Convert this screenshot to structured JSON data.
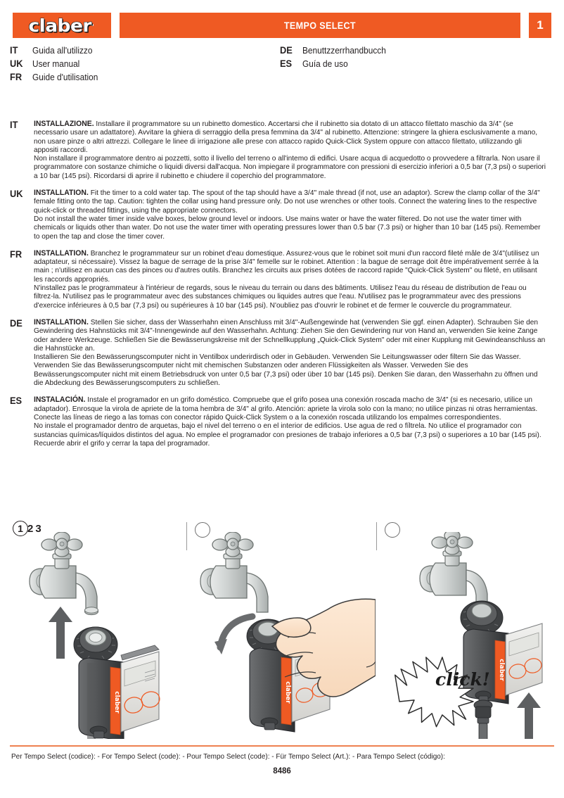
{
  "header": {
    "brand": "claber",
    "title": "TEMPO SELECT",
    "page_number": "1",
    "accent_color": "#ef5a23",
    "badge_color": "#ef5a23"
  },
  "languages_left": [
    {
      "code": "IT",
      "name": "Guida all'utilizzo"
    },
    {
      "code": "UK",
      "name": "User manual"
    },
    {
      "code": "FR",
      "name": "Guide d'utilisation"
    }
  ],
  "languages_right": [
    {
      "code": "DE",
      "name": "Benuttzzerrhandbucch"
    },
    {
      "code": "ES",
      "name": "Guía de uso"
    }
  ],
  "sections": [
    {
      "code": "IT",
      "lead": "INSTALLAZIONE.",
      "p1": " Installare il programmatore su un rubinetto domestico. Accertarsi che il rubinetto sia dotato di un attacco filettato maschio da 3/4\" (se necessario usare un adattatore). Avvitare la ghiera di serraggio della presa femmina da 3/4\" al rubinetto. Attenzione: stringere la ghiera esclusivamente a mano, non usare pinze o altri attrezzi. Collegare le linee di irrigazione alle prese con attacco rapido Quick-Click System oppure con attacco filettato, utilizzando gli appositi raccordi.",
      "p2": "Non installare il programmatore dentro ai pozzetti, sotto il livello del terreno o all'intemo di edifici. Usare acqua di acquedotto o provvedere a filtrarla. Non usare il programmatore con sostanze chimiche o liquidi diversi dall'acqua. Non impiegare il programmatore con pressioni di esercizio inferiori a 0,5 bar (7,3 psi) o superiori a 10 bar (145 psi). Ricordarsi di aprire il rubinetto e chiudere il coperchio del programmatore."
    },
    {
      "code": "UK",
      "lead": "INSTALLATION.",
      "p1": " Fit the timer to a cold water tap. The spout of the tap should have a 3/4\" male thread (if not, use an adaptor). Screw the clamp collar of the 3/4\" female fitting onto the tap. Caution: tighten the collar using hand pressure only. Do not use wrenches or other tools. Connect the watering lines to the respective quick-click or threaded fittings, using the appropriate connectors.",
      "p2": "Do not install the water timer inside valve boxes, below ground level or indoors. Use mains water or have the water filtered. Do not use the water timer with chemicals or liquids other than water. Do not use the water timer with operating pressures lower than 0.5 bar (7.3 psi) or higher than 10 bar (145 psi). Remember to open the tap and close the timer cover."
    },
    {
      "code": "FR",
      "lead": "INSTALLATION.",
      "p1": " Branchez le programmateur sur un robinet d'eau domestique. Assurez-vous que le robinet soit muni d'un raccord fileté mâle de 3/4\"(utilisez un adaptateur, si nécessaire). Vissez la bague de serrage de la prise 3/4\" femelle sur le robinet. Attention : la bague de serrage doit être impérativement serrée à la main ; n'utilisez en aucun cas des pinces ou d'autres outils. Branchez les circuits aux prises dotées de raccord rapide \"Quick-Click System\" ou fileté, en utilisant les raccords appropriés.",
      "p2": "N'installez pas le programmateur à l'intérieur de regards, sous le niveau du terrain ou dans des bâtiments. Utilisez l'eau du réseau de distribution de l'eau ou filtrez-la. N'utilisez pas le programmateur avec des substances chimiques ou liquides autres que l'eau. N'utilisez pas le programmateur avec des pressions d'exercice inférieures à 0,5 bar (7,3 psi) ou supérieures à 10 bar (145 psi). N'oubliez pas d'ouvrir le robinet et de fermer le couvercle du programmateur."
    },
    {
      "code": "DE",
      "lead": "INSTALLATION.",
      "p1": " Stellen Sie sicher, dass der Wasserhahn einen Anschluss mit 3/4\"-Außengewinde hat (verwenden Sie ggf. einen Adapter). Schrauben Sie den Gewindering des Hahnstücks mit 3/4\"-Innengewinde auf den Wasserhahn. Achtung: Ziehen Sie den Gewindering nur von Hand an, verwenden Sie keine Zange oder andere Werkzeuge. Schließen Sie die Bewässerungskreise mit der Schnellkupplung „Quick-Click System\" oder mit einer Kupplung mit Gewindeanschluss an die Hahnstücke an.",
      "p2": "Installieren Sie den Bewässerungscomputer nicht in Ventilbox underirdisch oder in Gebäuden. Verwenden Sie Leitungswasser oder filtern Sie das Wasser. Verwenden Sie das Bewässerungscomputer nicht mit chemischen Substanzen oder anderen Flüssigkeiten als Wasser. Verweden Sie des Bewässerungscomputer nicht mit einem Betriebsdruck von unter 0,5 bar (7,3 psi) oder über 10 bar (145 psi). Denken Sie daran, den Wasserhahn zu öffnen und die Abdeckung des Bewässerungscomputers zu schließen."
    },
    {
      "code": "ES",
      "lead": "INSTALACIÓN.",
      "p1": " Instale el programador en un grifo doméstico. Compruebe que el grifo posea una conexión roscada macho de 3/4\" (si es necesario, utilice un adaptador). Enrosque la virola de apriete de la toma hembra de 3/4\" al grifo. Atención: apriete la virola solo con la mano; no utilice pinzas ni otras herramientas. Conecte las líneas de riego a las tomas con conector rápido Quick-Click System o a la conexión roscada utilizando los empalmes correspondientes.",
      "p2": "No instale el programador dentro de arquetas, bajo el nivel del terreno o en el interior de edificios. Use agua de red o fíltrela. No utilice el programador con sustancias químicas/líquidos distintos del agua. No emplee el programador con presiones de trabajo inferiores a 0,5 bar (7,3 psi) o superiores a 10 bar (145 psi). Recuerde abrir el grifo y cerrar la tapa del programador."
    }
  ],
  "figures": {
    "step_badges": {
      "circled": "1",
      "second": "2",
      "third": "3"
    },
    "panel2_label": "",
    "panel3_label": "",
    "click_label": "click!"
  },
  "footer": {
    "line": "Per Tempo Select (codice): - For Tempo Select (code): - Pour Tempo Select (code): - Für Tempo Select (Art.): - Para Tempo Select (código):",
    "code": "8486",
    "rule_color": "#ee8050"
  }
}
